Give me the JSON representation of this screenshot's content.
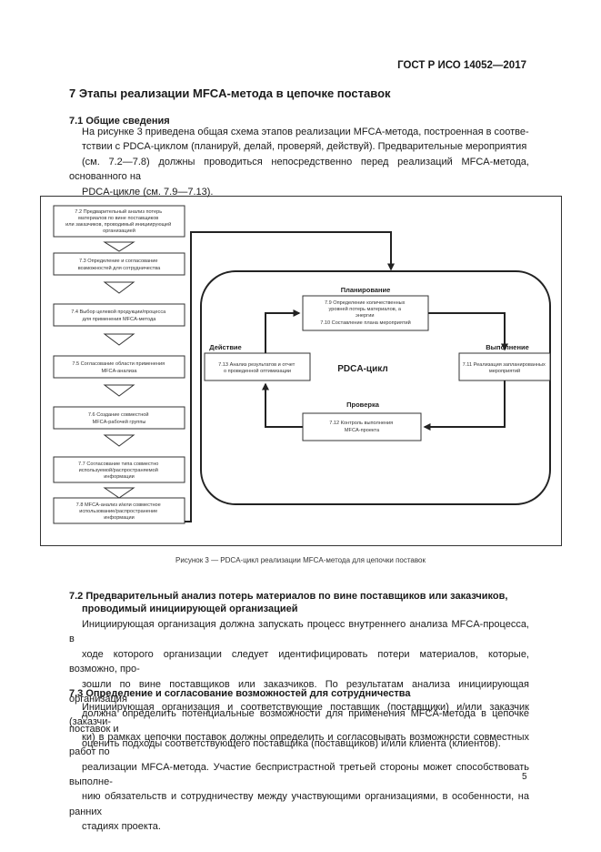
{
  "header": {
    "standard": "ГОСТ Р ИСО 14052—2017"
  },
  "section7": {
    "title": "7 Этапы реализации MFCA-метода в цепочке поставок",
    "s71": {
      "title": "7.1 Общие сведения",
      "lines": [
        "На рисунке 3 приведена общая схема этапов реализации MFCA-метода, построенная в соотве-",
        "тствии с PDCA-циклом (планируй, делай, проверяй, действуй). Предварительные мероприятия",
        "(см. 7.2—7.8) должны проводиться непосредственно перед реализаций MFCA-метода, основанного на",
        "PDCA-цикле (см. 7.9—7.13)."
      ]
    },
    "s72": {
      "title_lines": [
        "7.2 Предварительный анализ потерь материалов по вине поставщиков или заказчиков,",
        "проводимый инициирующей организацией"
      ],
      "lines": [
        "Инициирующая организация должна запускать процесс внутреннего анализа MFCA-процесса, в",
        "ходе которого организации следует идентифицировать потери материалов, которые, возможно, про-",
        "зошли по вине поставщиков или заказчиков. По результатам анализа инициирующая организация",
        "должна определить потенциальные возможности для применения MFCA-метода в цепочке поставок и",
        "оценить подходы соответствующего поставщика (поставщиков) и/или клиента (клиентов)."
      ]
    },
    "s73": {
      "title": "7.3 Определение и согласование возможностей для сотрудничества",
      "lines": [
        "Инициирующая организация и соответствующие поставщик (поставщики) и/или заказчик (заказчи-",
        "ки) в рамках цепочки поставок должны определить и согласовывать возможности совместных работ по",
        "реализации MFCA-метода. Участие беспристрастной третьей стороны может способствовать выполне-",
        "нию обязательств и сотрудничеству между участвующими организациями, в особенности, на ранних",
        "стадиях проекта."
      ]
    }
  },
  "figure": {
    "caption": "Рисунок 3 — PDCA-цикл реализации MFCA-метода для цепочки поставок",
    "steps": [
      {
        "lines": [
          "7.2 Предварительный анализ потерь",
          "материалов по вине поставщиков",
          "или заказчиков, проводимый инициирующей",
          "организацией"
        ]
      },
      {
        "lines": [
          "7.3 Определение и согласование",
          "возможностей для сотрудничества"
        ]
      },
      {
        "lines": [
          "7.4 Выбор целевой продукции/процесса",
          "для применения MFCA-метода"
        ]
      },
      {
        "lines": [
          "7.5 Согласование области применения",
          "MFCA-анализа"
        ]
      },
      {
        "lines": [
          "7.6 Создание совместной",
          "MFCA-рабочей группы"
        ]
      },
      {
        "lines": [
          "7.7 Согласование типа совместно",
          "используемой/распространяемой",
          "информации"
        ]
      },
      {
        "lines": [
          "7.8 MFCA-анализ и/или совместное",
          "использование/распространение",
          "информации"
        ]
      }
    ],
    "cycle": {
      "center": "PDCA-цикл",
      "plan": {
        "label": "Планирование",
        "lines": [
          "7.9 Определение количественных",
          "уровней потерь материалов, а",
          "энергии",
          "7.10 Составление плана мероприятий"
        ]
      },
      "do": {
        "label": "Выполнение",
        "lines": [
          "7.11 Реализация запланированных",
          "мероприятий"
        ]
      },
      "check": {
        "label": "Проверка",
        "lines": [
          "7.12 Контроль выполнения",
          "MFCA-проекта"
        ]
      },
      "act": {
        "label": "Действие",
        "lines": [
          "7.13 Анализ результатов и отчет",
          "о проведенной оптимизации"
        ]
      }
    }
  },
  "page_number": "5"
}
